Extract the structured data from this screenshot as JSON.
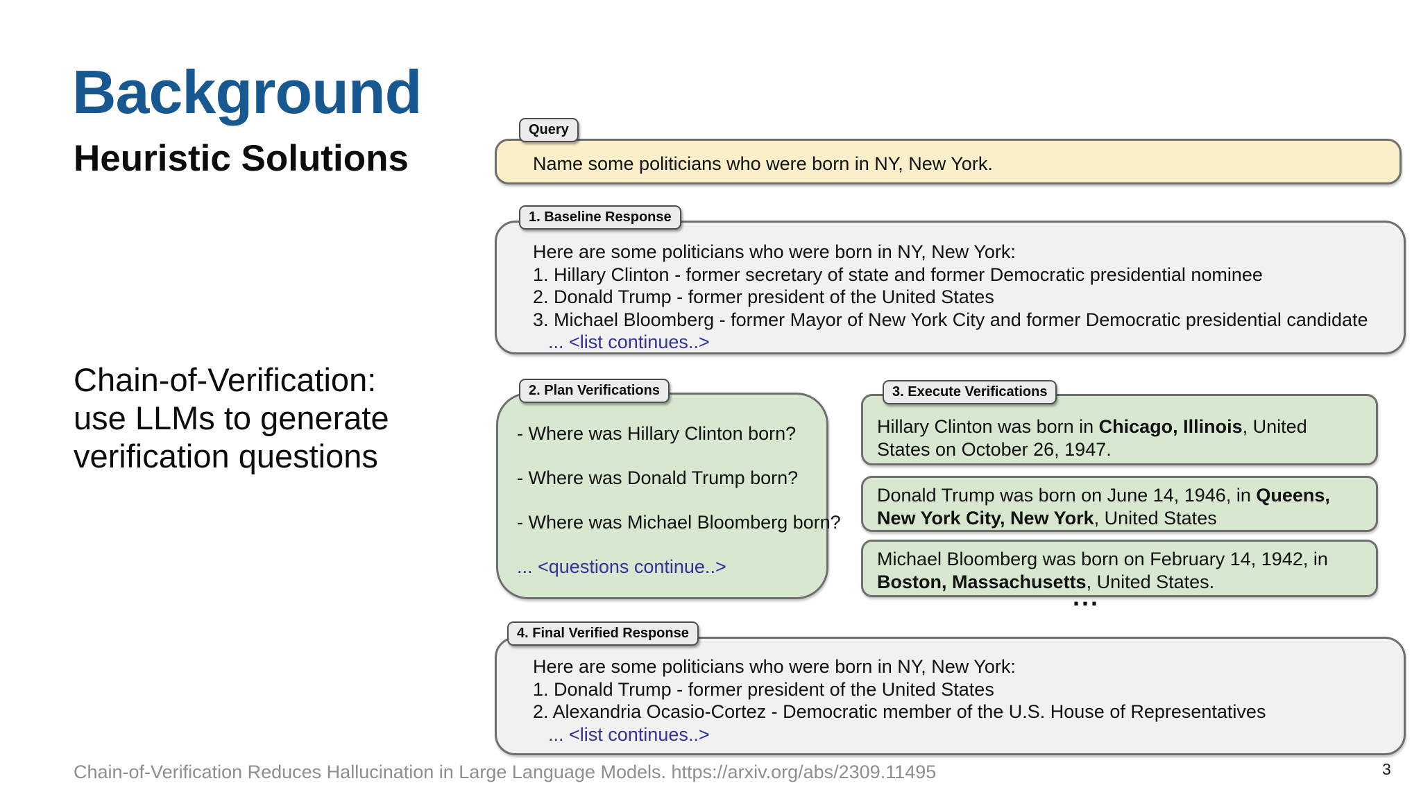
{
  "slide": {
    "title": "Background",
    "subtitle": "Heuristic Solutions",
    "note_lines": [
      "Chain-of-Verification:",
      "use LLMs to generate",
      "verification questions"
    ],
    "footer": "Chain-of-Verification Reduces Hallucination in Large Language Models. https://arxiv.org/abs/2309.11495",
    "page_number": "3"
  },
  "colors": {
    "title_blue": "#16588f",
    "query_fill": "#fbefc9",
    "green_fill": "#d8e8d0",
    "gray_fill": "#f1f1f1",
    "tag_fill": "#ececec",
    "box_border": "#6e6e6e",
    "continues_text": "#32329a",
    "footer_gray": "#8e8e8e"
  },
  "diagram": {
    "query": {
      "label": "Query",
      "text": "Name some politicians who were born in NY, New York."
    },
    "baseline": {
      "label": "1. Baseline Response",
      "lines": [
        "Here are some politicians who were born in NY, New York:",
        "1. Hillary Clinton - former secretary of state and former Democratic presidential nominee",
        "2. Donald Trump - former president of the United States",
        "3. Michael Bloomberg - former Mayor of New York City and former Democratic presidential candidate"
      ],
      "continues": "... <list continues..>"
    },
    "plan": {
      "label": "2. Plan Verifications",
      "questions": [
        "- Where was Hillary Clinton born?",
        "- Where was Donald Trump born?",
        "- Where was Michael Bloomberg born?"
      ],
      "continues": "... <questions continue..>"
    },
    "execute": {
      "label": "3. Execute Verifications",
      "results": [
        {
          "segments": [
            {
              "text": "Hillary Clinton was born in "
            },
            {
              "text": "Chicago, Illinois",
              "bold": true
            },
            {
              "text": ", United\nStates on October 26, 1947."
            }
          ]
        },
        {
          "segments": [
            {
              "text": "Donald Trump was born on June 14, 1946, in "
            },
            {
              "text": "Queens,\nNew York City, New York",
              "bold": true
            },
            {
              "text": ", United States"
            }
          ]
        },
        {
          "segments": [
            {
              "text": "Michael Bloomberg was born on February 14, 1942, in\n"
            },
            {
              "text": "Boston, Massachusetts",
              "bold": true
            },
            {
              "text": ", United States."
            }
          ]
        }
      ],
      "ellipsis": "..."
    },
    "final": {
      "label": "4. Final Verified Response",
      "lines": [
        "Here are some politicians who were born in NY, New York:",
        "1. Donald Trump - former president of the United States",
        "2. Alexandria Ocasio-Cortez - Democratic member of the U.S. House of Representatives"
      ],
      "continues": "... <list continues..>"
    }
  }
}
